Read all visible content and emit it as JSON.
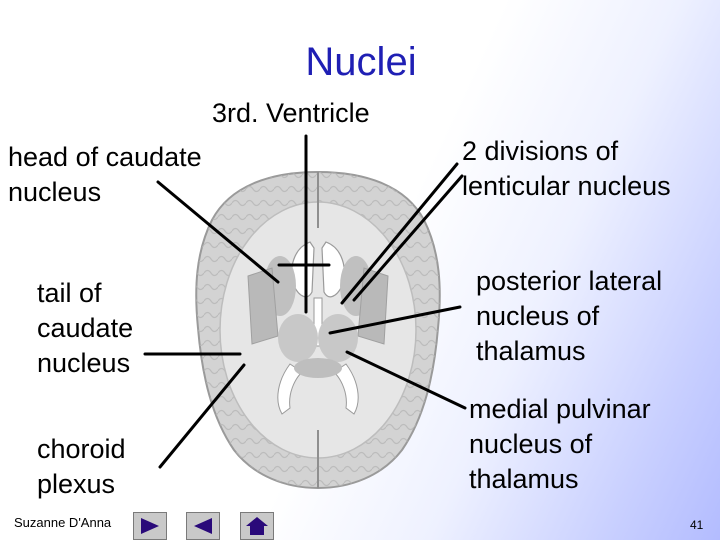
{
  "slide": {
    "title": "Nuclei",
    "labels": {
      "third_ventricle": "3rd. Ventricle",
      "head_of_caudate": [
        "head of caudate",
        "nucleus"
      ],
      "tail_of_caudate": [
        "tail of",
        "caudate",
        "nucleus"
      ],
      "choroid_plexus": [
        "choroid",
        "plexus"
      ],
      "lenticular_divisions": [
        "2 divisions of",
        "lenticular nucleus"
      ],
      "posterior_lateral": [
        "posterior lateral",
        "nucleus of",
        "thalamus"
      ],
      "medial_pulvinar": [
        "medial pulvinar",
        "nucleus of",
        "thalamus"
      ]
    }
  },
  "footer": {
    "author": "Suzanne D'Anna",
    "page_number": "41"
  },
  "nav": {
    "next_icon": "play-next-icon",
    "prev_icon": "play-previous-icon",
    "home_icon": "home-icon"
  },
  "colors": {
    "title": "#1f1fb4",
    "nav_arrow": "#2a0a7a",
    "nav_background": "#c9c9c9"
  }
}
